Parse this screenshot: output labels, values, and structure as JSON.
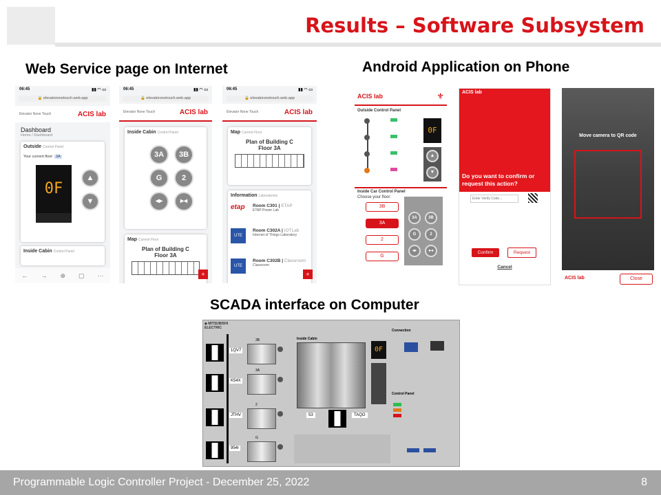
{
  "slide": {
    "title": "Results – Software Subsystem",
    "footer_text": "Programmable Logic Controller Project - December 25, 2022",
    "page_number": "8"
  },
  "sections": {
    "web": "Web Service page on Internet",
    "android": "Android Application on Phone",
    "scada": "SCADA interface on Computer"
  },
  "web_phones": {
    "time": "06:45",
    "url": "elevatoronetouch.web.app",
    "brand": "Elevator None Touch",
    "logo": "ACIS lab",
    "p1": {
      "dashboard": "Dashboard",
      "breadcrumb": "Home / Dashboard",
      "outside": "Outside",
      "outside_sub": "Control Panel",
      "floor_label": "Your current floor:",
      "floor_value": "3A",
      "display": "0F",
      "inside": "Inside Cabin",
      "inside_sub": "Control Panel"
    },
    "p2": {
      "inside": "Inside Cabin",
      "inside_sub": "Control Panel",
      "buttons": [
        "3A",
        "3B",
        "G",
        "2"
      ],
      "map": "Map",
      "map_sub": "Current Floor",
      "plan": "Plan of Building C",
      "floor": "Floor 3A"
    },
    "p3": {
      "map": "Map",
      "map_sub": "Current Floor",
      "plan": "Plan of Building C",
      "floor": "Floor 3A",
      "info": "Information",
      "info_sub": "Laboratories",
      "rooms": [
        {
          "name": "Room C301",
          "tag": "ETAP",
          "desc": "ETAP Power Lab",
          "logo": "etap"
        },
        {
          "name": "Room C302A",
          "tag": "IOTLab",
          "desc": "Internet of Things Laboratory",
          "logo": "UTE"
        },
        {
          "name": "Room C302B",
          "tag": "Classroom",
          "desc": "Classroom",
          "logo": "UTE"
        }
      ]
    }
  },
  "android": {
    "a1": {
      "outside": "Outside Control Panel",
      "display": "0F",
      "floors": [
        "3B",
        "3A",
        "2",
        "G"
      ],
      "inside": "Inside Car Control Panel",
      "choose": "Choose your floor:",
      "buttons": [
        "3A",
        "3B",
        "G",
        "2"
      ]
    },
    "a2": {
      "question": "Do you want to confirm or request this action?",
      "placeholder": "Enter Verify Code...",
      "confirm": "Confirm",
      "request": "Request",
      "cancel": "Cancel"
    },
    "a3": {
      "scan_text": "Move camera to QR code",
      "close": "Close"
    }
  },
  "scada": {
    "codes": [
      "1QV7",
      "K54X",
      "JTHV",
      "954I"
    ],
    "floors": [
      "3B",
      "3A",
      "2",
      "G"
    ],
    "inside_cabin": "Inside Cabin",
    "display": "0F",
    "code_a": "53",
    "code_b": "TAQO",
    "connection": "Connection",
    "control_panel": "Control Panel"
  },
  "colors": {
    "accent": "#d7141a",
    "footer": "#a6a6a6"
  }
}
